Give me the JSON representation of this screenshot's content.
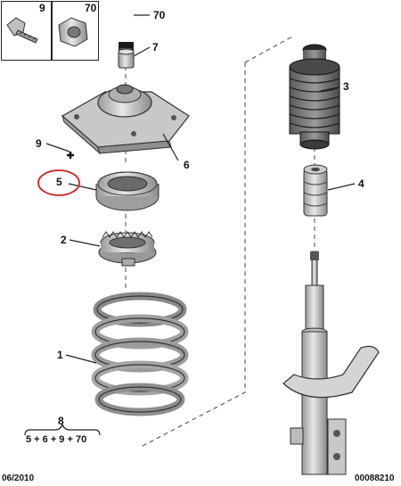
{
  "inset": {
    "left_label": "9",
    "right_label": "70"
  },
  "callouts": [
    {
      "id": "70",
      "text": "70"
    },
    {
      "id": "7",
      "text": "7"
    },
    {
      "id": "3",
      "text": "3"
    },
    {
      "id": "6",
      "text": "6"
    },
    {
      "id": "9",
      "text": "9"
    },
    {
      "id": "5",
      "text": "5"
    },
    {
      "id": "4",
      "text": "4"
    },
    {
      "id": "2",
      "text": "2"
    },
    {
      "id": "1",
      "text": "1"
    },
    {
      "id": "8",
      "text": "8"
    }
  ],
  "kit_formula": "5 + 6 + 9 + 70",
  "footer": {
    "date": "06/2010",
    "reference": "00088210"
  },
  "highlight_color": "#cc2222",
  "line_color": "#222222"
}
